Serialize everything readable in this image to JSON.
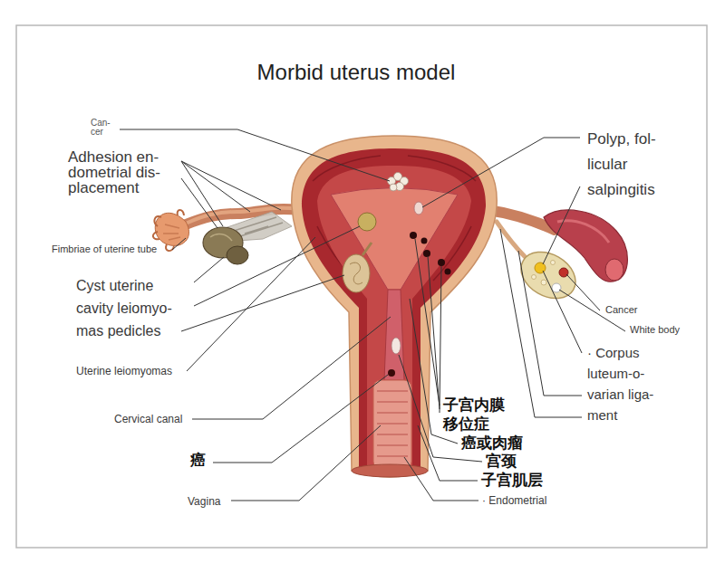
{
  "diagram": {
    "title": "Morbid uterus model",
    "labels": [
      "Can- cer",
      "Adhesion en- dometrial dis- placement",
      "Fimbriae of uterine tube",
      "Cyst uterine cavity leiomyo- mas pedicles",
      "Uterine leiomyomas",
      "Cervical canal",
      "癌",
      "Vagina",
      "Polyp, fol- licular salpingitis",
      "Cancer",
      "White body",
      "· Corpus luteum-o- varian liga- ment",
      "子宫内膜 移位症",
      "癌或肉瘤",
      "宫颈",
      "子宫肌层",
      "· Endometrial"
    ]
  }
}
